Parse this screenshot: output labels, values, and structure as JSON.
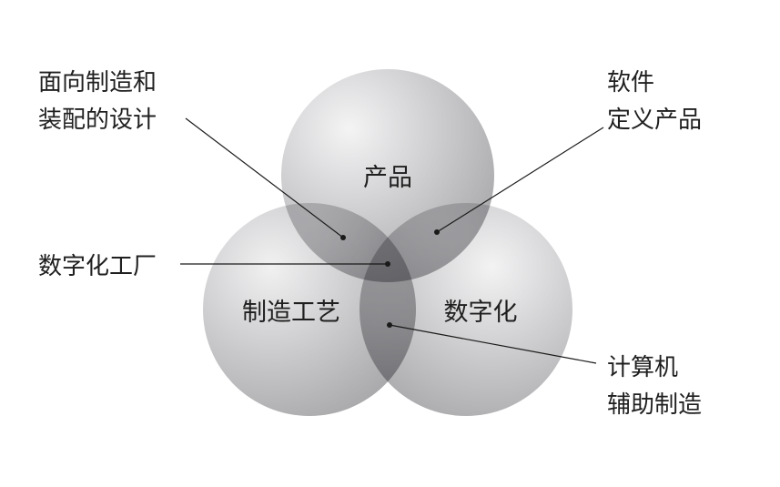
{
  "circles": {
    "product": "产品",
    "manufacturing_process": "制造工艺",
    "digitalization": "数字化"
  },
  "labels": {
    "dfma_line1": "面向制造和",
    "dfma_line2": "装配的设计",
    "software_line1": "软件",
    "software_line2": "定义产品",
    "digital_factory": "数字化工厂",
    "cam_line1": "计算机",
    "cam_line2": "辅助制造"
  },
  "colors": {
    "circle_light": "#f2f2f3",
    "circle_dark": "#a6a6a9",
    "text": "#1f1f1f"
  }
}
